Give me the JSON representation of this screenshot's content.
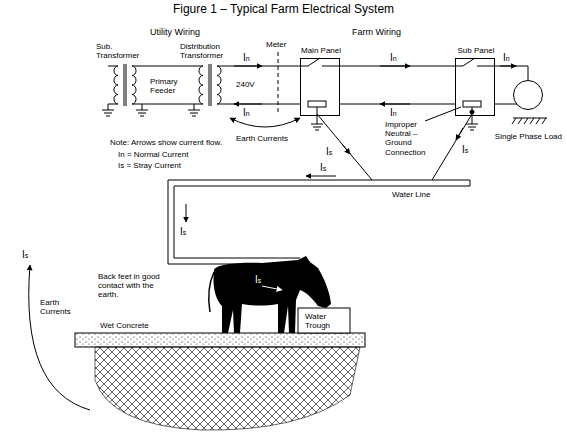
{
  "diagram": {
    "title": "Figure 1 – Typical Farm Electrical System",
    "nodes": [
      {
        "text": [
          "Main Panel"
        ]
      },
      {
        "text": [
          "Sub Panel"
        ]
      },
      {
        "text": [
          "Single Phase Load"
        ]
      }
    ],
    "edges": [
      {
        "from": 0,
        "to": 1,
        "arrow": "none"
      },
      {
        "from": 1,
        "to": 2,
        "arrow": "none"
      }
    ],
    "labels": [
      "Utility Wiring",
      "Meter",
      "Farm Wiring",
      "Sub. Transformer",
      "Primary Feeder",
      "Distribution Transformer",
      "240V",
      "In",
      "In",
      "In",
      "In",
      "In",
      "Earth Currents",
      "Improper Neutral – Ground Connection",
      "Note: Arrows show current flow.",
      "In = Normal Current",
      "Is = Stray Current",
      "Is",
      "Is",
      "Is",
      "Water Line",
      "Is",
      "Is",
      "Back feet in good contact with the earth.",
      "Is",
      "Earth Currents",
      "Wet Concrete",
      "Water Trough"
    ]
  }
}
